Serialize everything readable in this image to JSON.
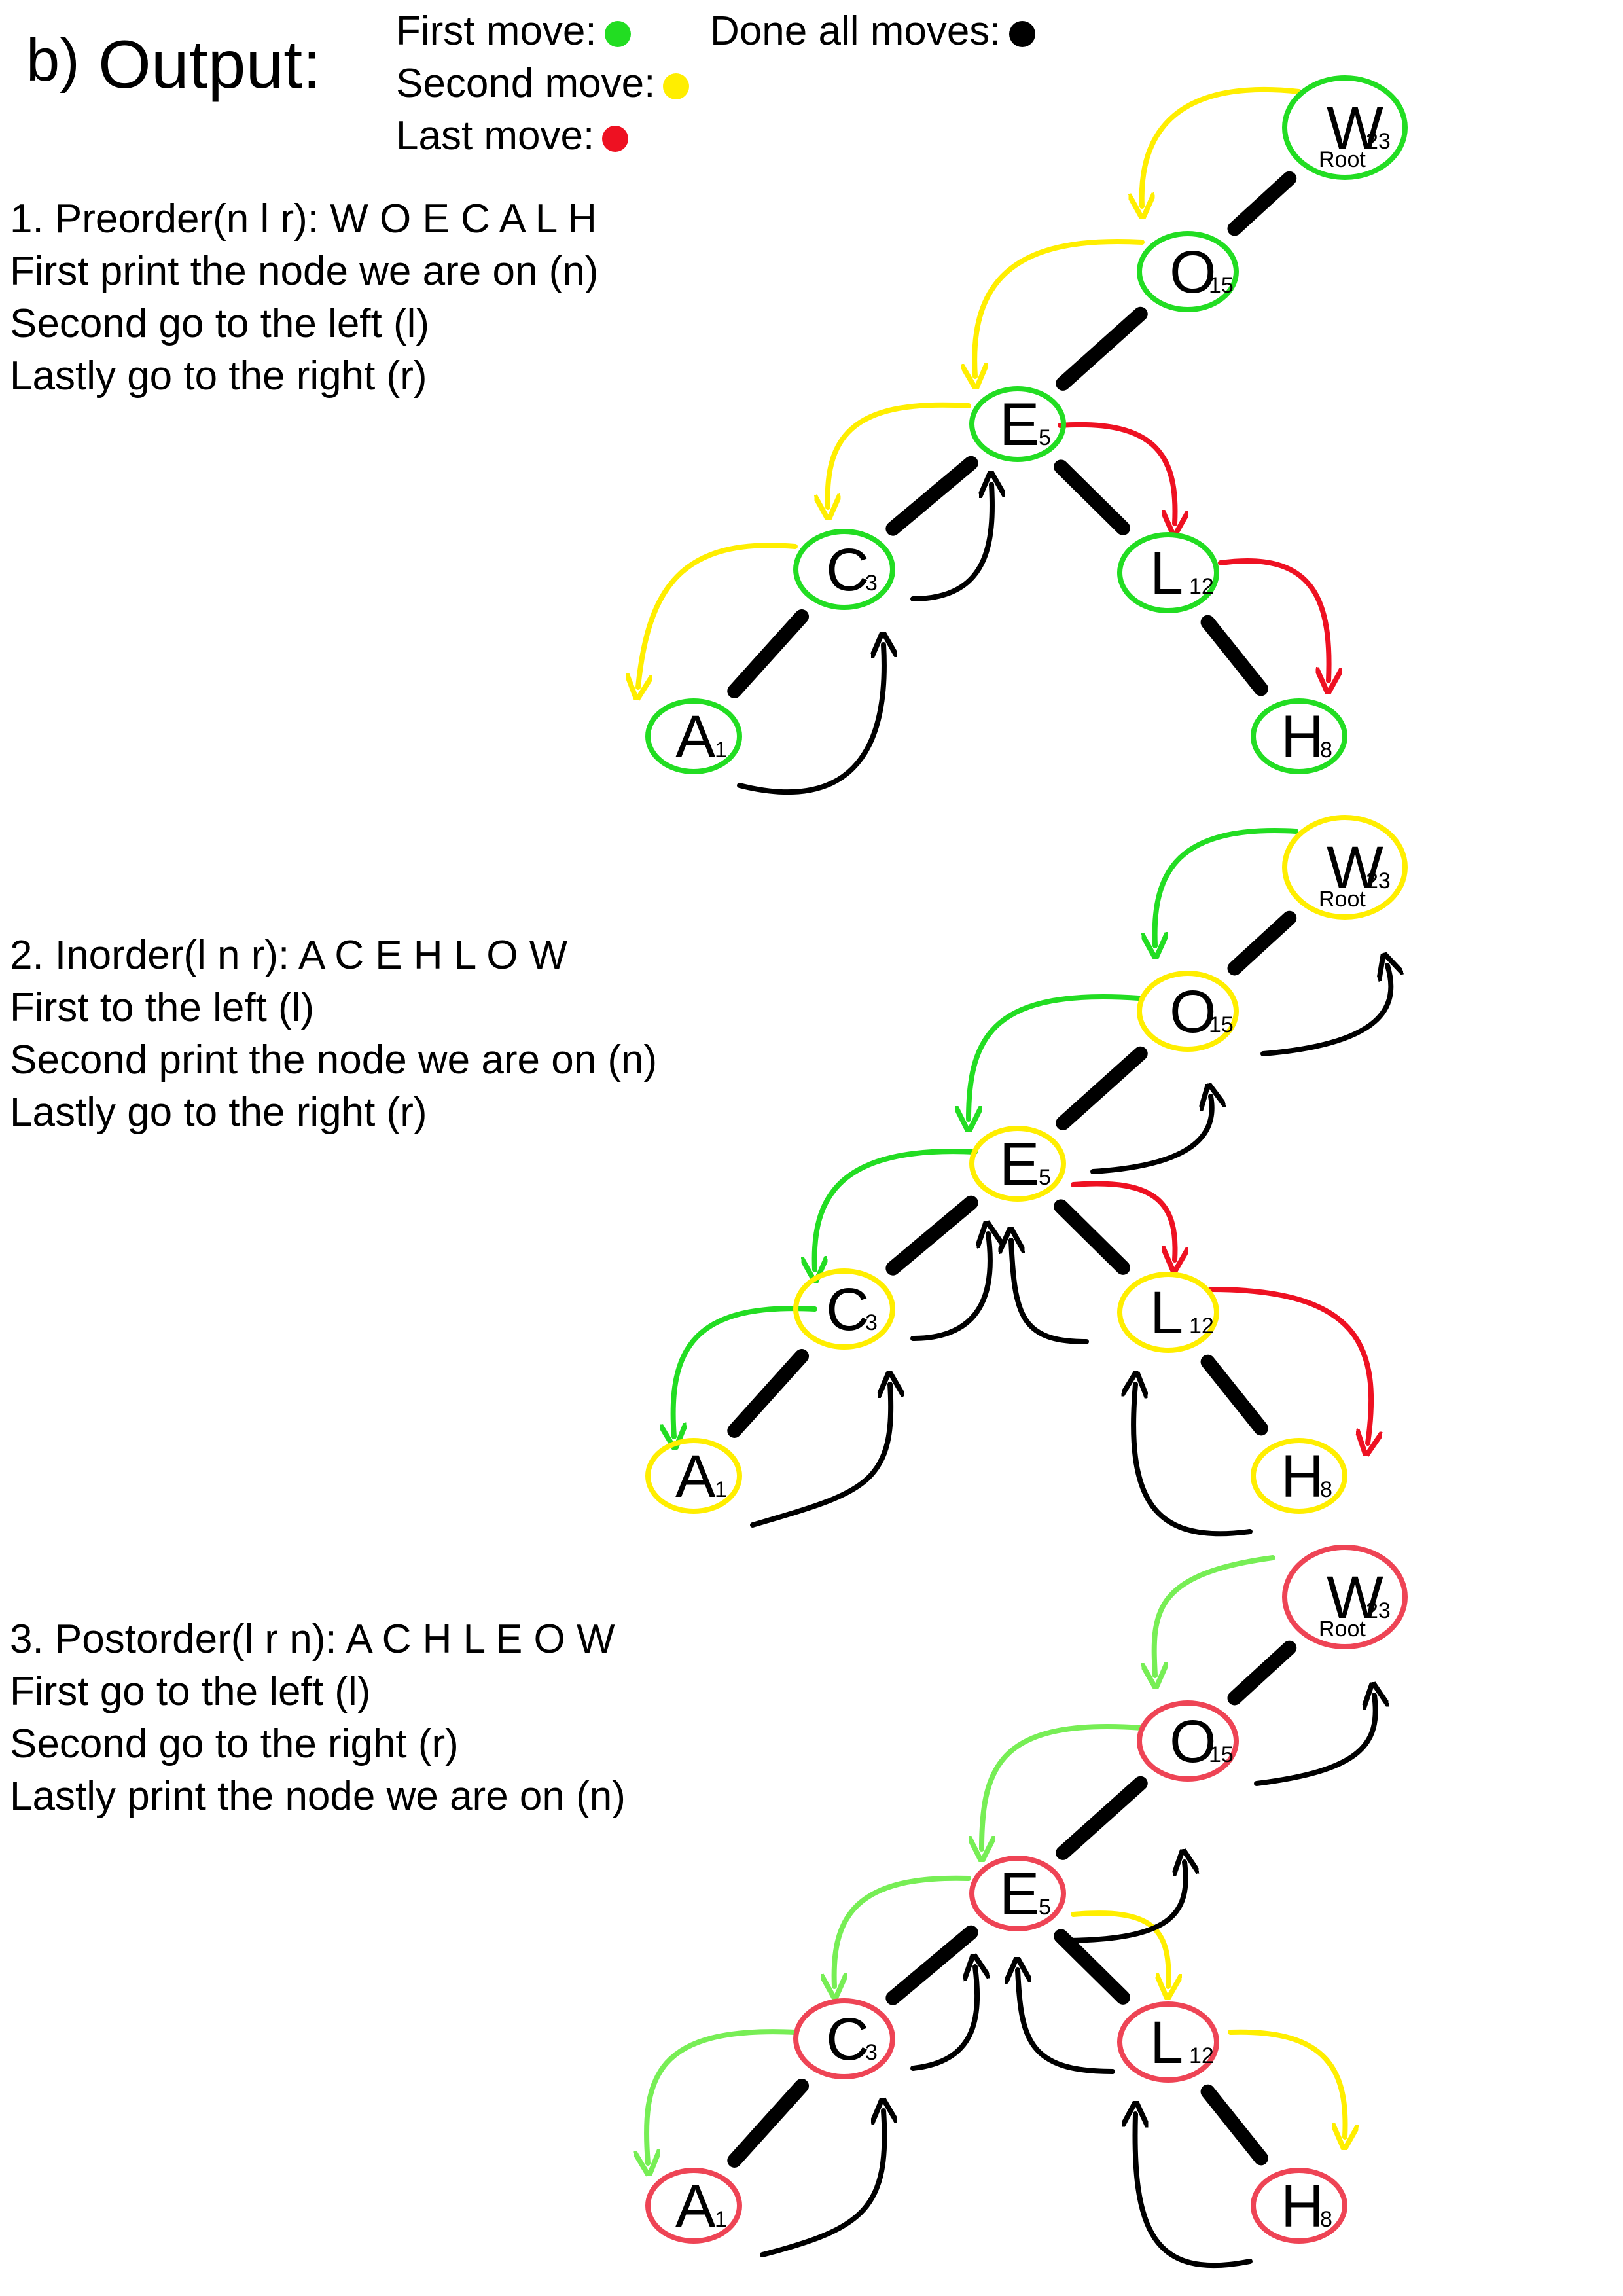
{
  "header": {
    "part_label": "b)",
    "title": "Output:"
  },
  "legend": {
    "first_move": {
      "label": "First move:",
      "color": "#22dd22"
    },
    "second_move": {
      "label": "Second move:",
      "color": "#ffee00"
    },
    "last_move": {
      "label": "Last move:",
      "color": "#ee1122"
    },
    "done_all_moves": {
      "label": "Done all moves:",
      "color": "#000000"
    }
  },
  "sections": [
    {
      "title": "1. Preorder(n l r): W O E C A L H",
      "lines": [
        "First print the node we are on (n)",
        "Second go to the left (l)",
        "Lastly go to the right (r)"
      ],
      "circle_color": "#22dd22"
    },
    {
      "title": "2. Inorder(l n r): A C E H L O W",
      "lines": [
        "First to the left (l)",
        "Second print the node we are on (n)",
        "Lastly go to the right (r)"
      ],
      "circle_color": "#ffee00"
    },
    {
      "title": "3. Postorder(l r n): A C H L E O W",
      "lines": [
        "First go to the left (l)",
        "Second go to the right (r)",
        "Lastly print the node we are on (n)"
      ],
      "circle_color": "#ee4455"
    }
  ],
  "tree": {
    "nodes": [
      {
        "id": "W",
        "letter": "W",
        "value": "23",
        "root_label": "Root"
      },
      {
        "id": "O",
        "letter": "O",
        "value": "15"
      },
      {
        "id": "E",
        "letter": "E",
        "value": "5"
      },
      {
        "id": "C",
        "letter": "C",
        "value": "3"
      },
      {
        "id": "A",
        "letter": "A",
        "value": "1"
      },
      {
        "id": "L",
        "letter": "L",
        "value": "12"
      },
      {
        "id": "H",
        "letter": "H",
        "value": "8"
      }
    ]
  }
}
